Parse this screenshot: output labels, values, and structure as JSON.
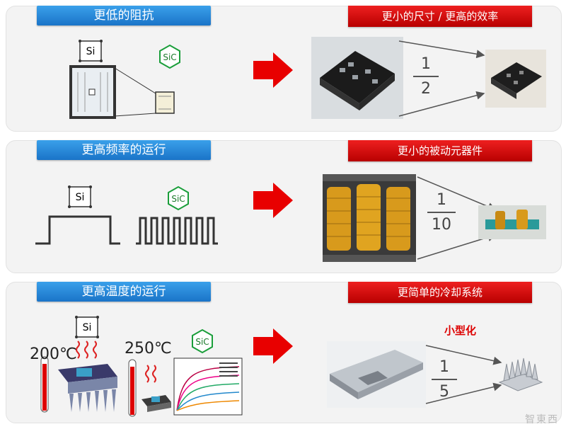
{
  "rows": [
    {
      "title": "更低的阻抗",
      "result": "更小的尺寸 / 更高的效率",
      "frac_num": "1",
      "frac_den": "2"
    },
    {
      "title": "更高频率的运行",
      "result": "更小的被动元器件",
      "frac_num": "1",
      "frac_den": "10"
    },
    {
      "title": "更高温度的运行",
      "result": "更简单的冷却系统",
      "frac_num": "1",
      "frac_den": "5",
      "note": "小型化"
    }
  ],
  "labels": {
    "si": "Si",
    "sic": "SiC",
    "temp_si": "200℃",
    "temp_sic": "250℃"
  },
  "watermark": "智東西",
  "colors": {
    "blue_bar": "#1a74c8",
    "red_bar": "#cc0000",
    "arrow": "#e80000"
  }
}
